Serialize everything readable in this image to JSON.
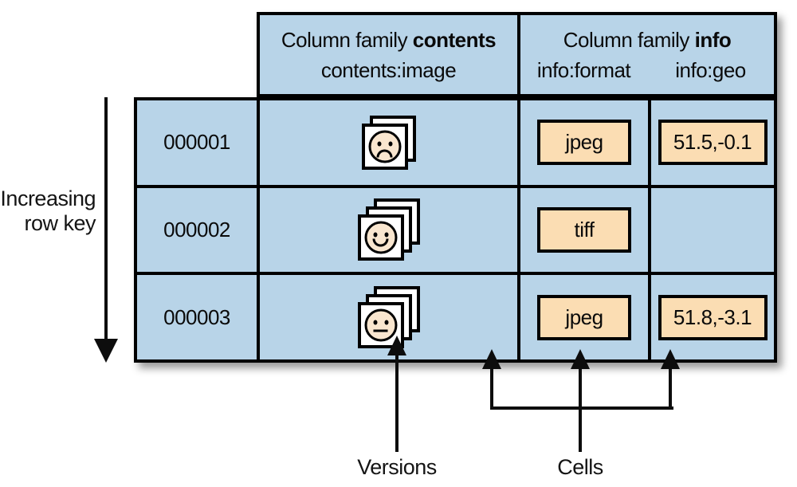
{
  "figure": {
    "description": "HBase data model diagram: rows, column families, versions and cells",
    "colors": {
      "table_background": "#b8d4e8",
      "value_box_background": "#fbddb3",
      "face_fill": "#f9e6cf",
      "line_color": "#000000",
      "page_background": "#ffffff"
    }
  },
  "header": {
    "contents": {
      "title_prefix": "Column family ",
      "title_bold": "contents",
      "subtitle": "contents:image"
    },
    "info": {
      "title_prefix": "Column family ",
      "title_bold": "info",
      "subcol1": "info:format",
      "subcol2": "info:geo"
    }
  },
  "table": {
    "rows": [
      {
        "key": "000001",
        "versions": 2,
        "face_icon": "sad-face-icon",
        "format": "jpeg",
        "geo": "51.5,-0.1"
      },
      {
        "key": "000002",
        "versions": 3,
        "face_icon": "smiley-face-icon",
        "format": "tiff",
        "geo": ""
      },
      {
        "key": "000003",
        "versions": 3,
        "face_icon": "neutral-face-icon",
        "format": "jpeg",
        "geo": "51.8,-3.1"
      }
    ]
  },
  "annotations": {
    "row_key_line1": "Increasing",
    "row_key_line2": "row key",
    "versions_label": "Versions",
    "cells_label": "Cells"
  }
}
